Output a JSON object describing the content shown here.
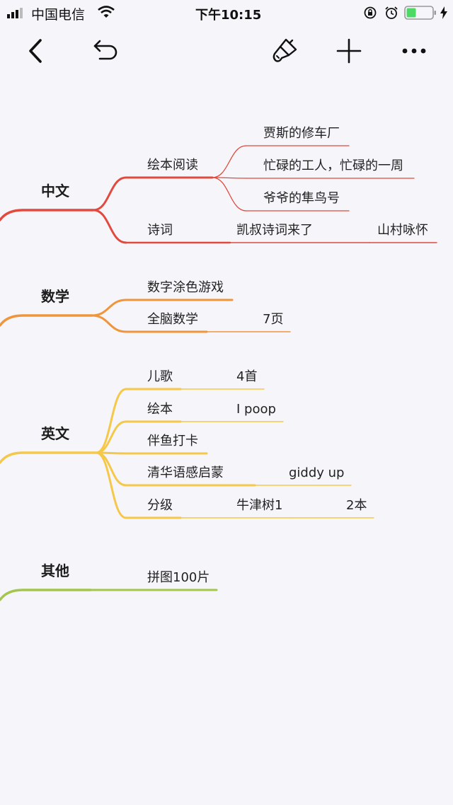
{
  "status": {
    "carrier": "中国电信",
    "time": "下午10:15"
  },
  "toolbar": {
    "back_icon": "chevron-left-icon",
    "undo_icon": "undo-icon",
    "style_icon": "paint-brush-icon",
    "add_icon": "plus-icon",
    "more_icon": "more-icon"
  },
  "colors": {
    "chinese": "#e04a3f",
    "math": "#f0953a",
    "english": "#f5c84a",
    "other": "#a3c74a"
  },
  "mindmap": {
    "topics": [
      {
        "label": "中文",
        "children": [
          {
            "label": "绘本阅读",
            "children": [
              {
                "label": "贾斯的修车厂"
              },
              {
                "label": "忙碌的工人，忙碌的一周"
              },
              {
                "label": "爷爷的隼鸟号"
              }
            ]
          },
          {
            "label": "诗词",
            "children": [
              {
                "label": "凯叔诗词来了",
                "children": [
                  {
                    "label": "山村咏怀"
                  }
                ]
              }
            ]
          }
        ]
      },
      {
        "label": "数学",
        "children": [
          {
            "label": "数字涂色游戏"
          },
          {
            "label": "全脑数学",
            "children": [
              {
                "label": "7页"
              }
            ]
          }
        ]
      },
      {
        "label": "英文",
        "children": [
          {
            "label": "儿歌",
            "children": [
              {
                "label": "4首"
              }
            ]
          },
          {
            "label": "绘本",
            "children": [
              {
                "label": "I poop"
              }
            ]
          },
          {
            "label": "伴鱼打卡"
          },
          {
            "label": "清华语感启蒙",
            "children": [
              {
                "label": "giddy up"
              }
            ]
          },
          {
            "label": "分级",
            "children": [
              {
                "label": "牛津树1",
                "children": [
                  {
                    "label": "2本"
                  }
                ]
              }
            ]
          }
        ]
      },
      {
        "label": "其他",
        "children": [
          {
            "label": "拼图100片"
          }
        ]
      }
    ]
  }
}
